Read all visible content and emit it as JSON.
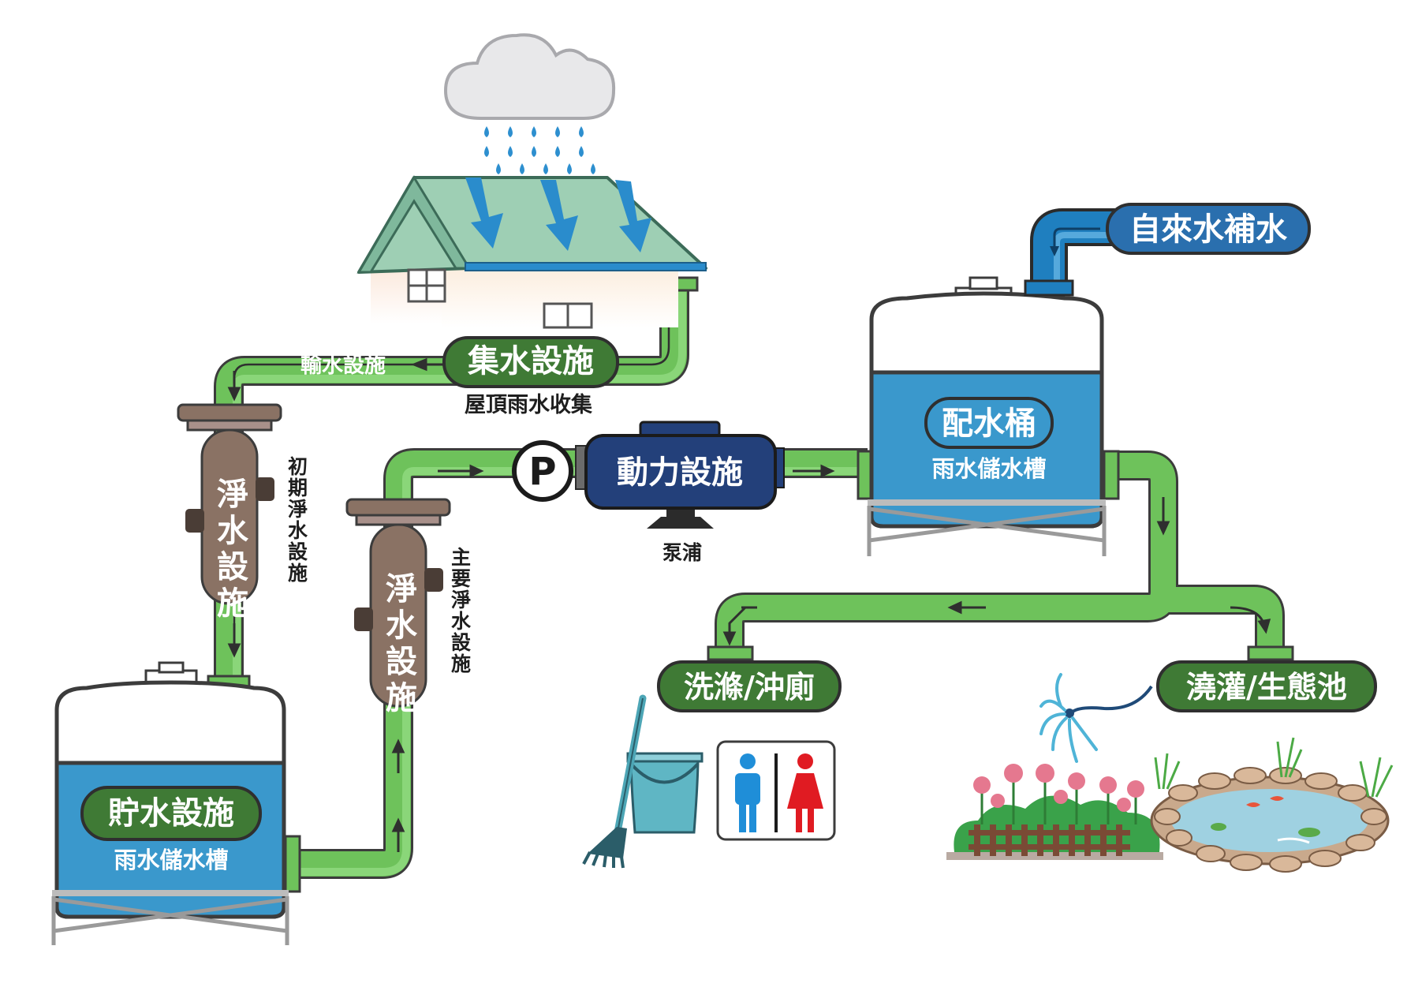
{
  "labels": {
    "collection": "集水設施",
    "collection_sub": "屋頂雨水收集",
    "conveyance": "輸水設施",
    "first_flush": "淨水設施",
    "first_flush_side": "初期淨水設施",
    "main_filter": "淨水設施",
    "main_filter_side": "主要淨水設施",
    "pump_letter": "P",
    "power": "動力設施",
    "pump_sub": "泵浦",
    "storage": "貯水設施",
    "storage_sub": "雨水儲水槽",
    "distribution": "配水桶",
    "distribution_sub": "雨水儲水槽",
    "tap_supply": "自來水補水",
    "use_toilet": "洗滌/沖廁",
    "use_garden": "澆灌/生態池"
  },
  "colors": {
    "pipe": "#6ec25b",
    "pipe_outline": "#3c3c3c",
    "label_bg": "#3f7a35",
    "filter": "#8a7264",
    "tank_water": "#3a98cc",
    "pump_body": "#23407a",
    "tap_pipe": "#1f7fbf",
    "roof": "#9ecfb4",
    "wall": "#f7cdb2"
  },
  "icons": [
    "cloud-icon",
    "rain-icon",
    "house-icon",
    "pump-icon",
    "mop-bucket-icon",
    "restroom-icon",
    "sprinkler-icon",
    "flower-bed-icon",
    "pond-icon"
  ]
}
